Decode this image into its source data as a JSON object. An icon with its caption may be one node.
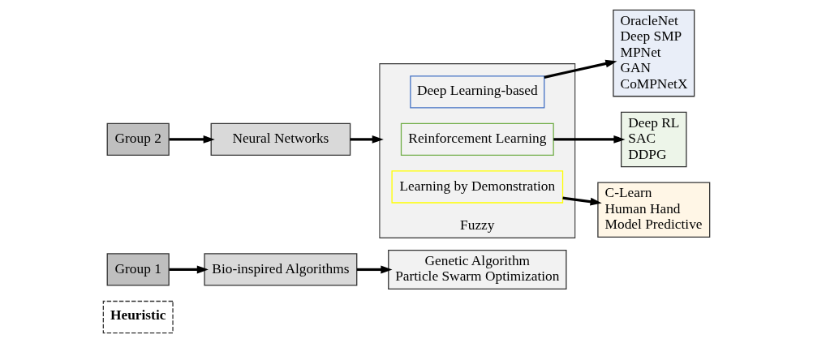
{
  "diagram": {
    "nodes": [
      {
        "text": [
          "Heuristic"
        ]
      },
      {
        "text": [
          "Group 1"
        ]
      },
      {
        "text": [
          "Bio-inspired Algorithms"
        ]
      },
      {
        "text": [
          "Genetic Algorithm",
          "Particle Swarm Optimization"
        ]
      },
      {
        "text": [
          "Group 2"
        ]
      },
      {
        "text": [
          "Neural Networks"
        ]
      },
      {
        "text": [
          "Fuzzy"
        ]
      },
      {
        "text": [
          "Deep Learning-based"
        ],
        "in": 6
      },
      {
        "text": [
          "Reinforcement Learning"
        ],
        "in": 6
      },
      {
        "text": [
          "Learning by Demonstration"
        ],
        "in": 6
      },
      {
        "text": [
          "OracleNet",
          "Deep SMP",
          "MPNet",
          "GAN",
          "CoMPNetX"
        ]
      },
      {
        "text": [
          "Deep RL",
          "SAC",
          "DDPG"
        ]
      },
      {
        "text": [
          "C-Learn",
          "Human Hand",
          "Model Predictive"
        ]
      }
    ],
    "edges": [
      {
        "from": 1,
        "to": 2,
        "arrow": "to"
      },
      {
        "from": 2,
        "to": 3,
        "arrow": "to"
      },
      {
        "from": 4,
        "to": 5,
        "arrow": "to"
      },
      {
        "from": 5,
        "to": 6,
        "arrow": "to"
      },
      {
        "from": 7,
        "to": 10,
        "arrow": "to"
      },
      {
        "from": 8,
        "to": 11,
        "arrow": "to"
      },
      {
        "from": 9,
        "to": 12,
        "arrow": "to"
      }
    ]
  }
}
